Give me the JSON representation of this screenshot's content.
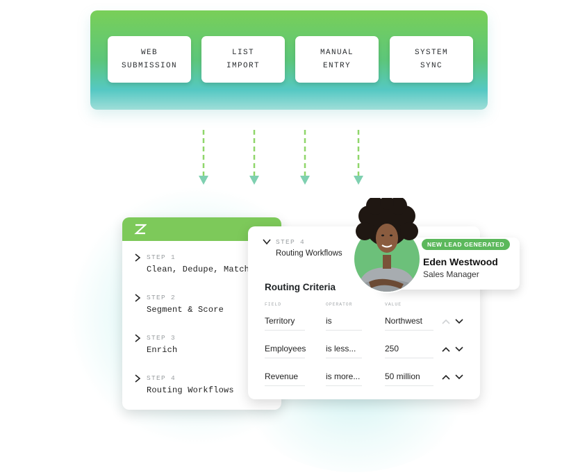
{
  "sources": [
    {
      "label": "WEB\nSUBMISSION"
    },
    {
      "label": "LIST\nIMPORT"
    },
    {
      "label": "MANUAL\nENTRY"
    },
    {
      "label": "SYSTEM\nSYNC"
    }
  ],
  "steps": [
    {
      "label": "STEP 1",
      "title": "Clean, Dedupe, Match"
    },
    {
      "label": "STEP 2",
      "title": "Segment & Score"
    },
    {
      "label": "STEP 3",
      "title": "Enrich"
    },
    {
      "label": "STEP 4",
      "title": "Routing Workflows"
    }
  ],
  "routing": {
    "step_label": "STEP 4",
    "step_title": "Routing Workflows",
    "title": "Routing Criteria",
    "columns": [
      "FIELD",
      "OPERATOR",
      "VALUE"
    ],
    "rows": [
      {
        "field": "Territory",
        "operator": "is",
        "value": "Northwest"
      },
      {
        "field": "Employees",
        "operator": "is less...",
        "value": "250"
      },
      {
        "field": "Revenue",
        "operator": "is more...",
        "value": "50 million"
      }
    ]
  },
  "profile": {
    "badge": "NEW LEAD GENERATED",
    "name": "Eden Westwood",
    "role": "Sales Manager"
  },
  "colors": {
    "band_green": "#79cf58",
    "band_teal": "#55c8c3",
    "header_green": "#7dc95a",
    "badge_green": "#5cb85c"
  },
  "icons": {
    "logo": "z-logo-icon",
    "step_toggle": "chevron-right-icon",
    "expanded_toggle": "chevron-down-icon",
    "row_up": "chevron-up-icon",
    "row_down": "chevron-down-icon"
  }
}
